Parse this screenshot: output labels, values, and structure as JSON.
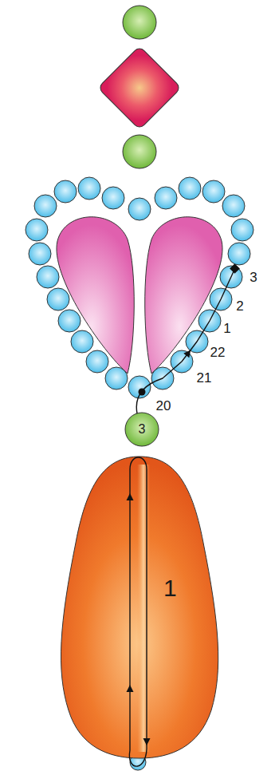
{
  "diagram": {
    "nodes": [
      {
        "text": [
          "3"
        ]
      },
      {
        "text": [
          "1"
        ]
      }
    ],
    "labels": [
      "3",
      "2",
      "1",
      "22",
      "21",
      "20"
    ]
  }
}
